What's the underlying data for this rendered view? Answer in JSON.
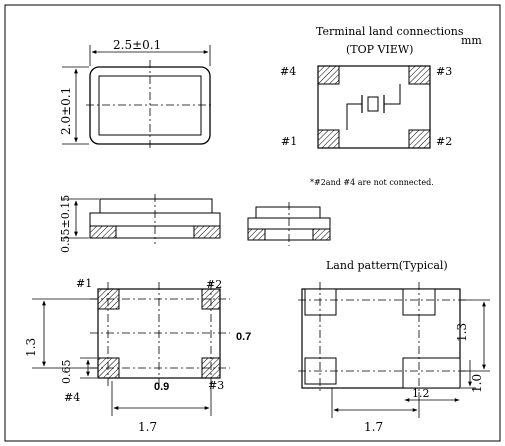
{
  "unit_label": "mm",
  "terminal_panel": {
    "title": "Terminal land connections",
    "subtitle": "(TOP VIEW)",
    "pin_labels": [
      "#4",
      "#3",
      "#1",
      "#2"
    ],
    "note": "*#2and #4 are not connected."
  },
  "package_top": {
    "width_dim": "2.5±0.1",
    "height_dim": "2.0±0.1"
  },
  "package_side": {
    "thickness_dim": "0.55±0.15"
  },
  "pad_view": {
    "pin1": "#1",
    "pin2": "#2",
    "pin3": "#3",
    "pin4": "#4",
    "dim_1_3": "1.3",
    "dim_0_65": "0.65",
    "dim_0_7": "0.7",
    "dim_0_9": "0.9",
    "dim_1_7": "1.7"
  },
  "land_pattern": {
    "title": "Land pattern(Typical)",
    "dim_1_3": "1.3",
    "dim_1_0": "1.0",
    "dim_1_2": "1.2",
    "dim_1_7": "1.7"
  },
  "colors": {
    "line": "#000000",
    "background": "#ffffff",
    "hatch": "#000000"
  }
}
